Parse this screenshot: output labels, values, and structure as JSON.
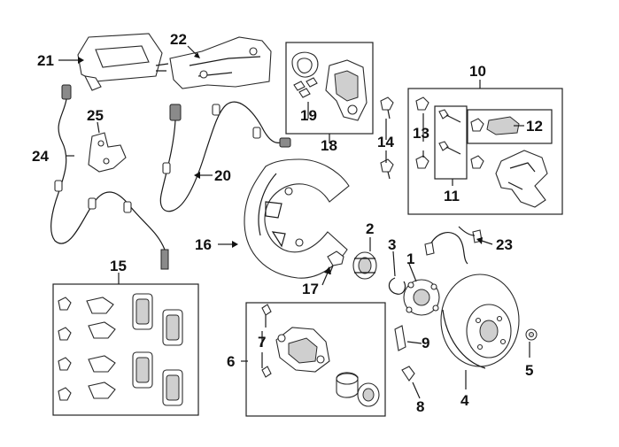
{
  "callouts": {
    "c1": "1",
    "c2": "2",
    "c3": "3",
    "c4": "4",
    "c5": "5",
    "c6": "6",
    "c7": "7",
    "c8": "8",
    "c9": "9",
    "c10": "10",
    "c11": "11",
    "c12": "12",
    "c13": "13",
    "c14": "14",
    "c15": "15",
    "c16": "16",
    "c17": "17",
    "c18": "18",
    "c19": "19",
    "c20": "20",
    "c21": "21",
    "c22": "22",
    "c23": "23",
    "c24": "24",
    "c25": "25"
  },
  "colors": {
    "line": "#1a1a1a",
    "part_fill": "#ffffff",
    "shade_fill": "#cfcfcf",
    "dark_fill": "#8a8a8a"
  }
}
